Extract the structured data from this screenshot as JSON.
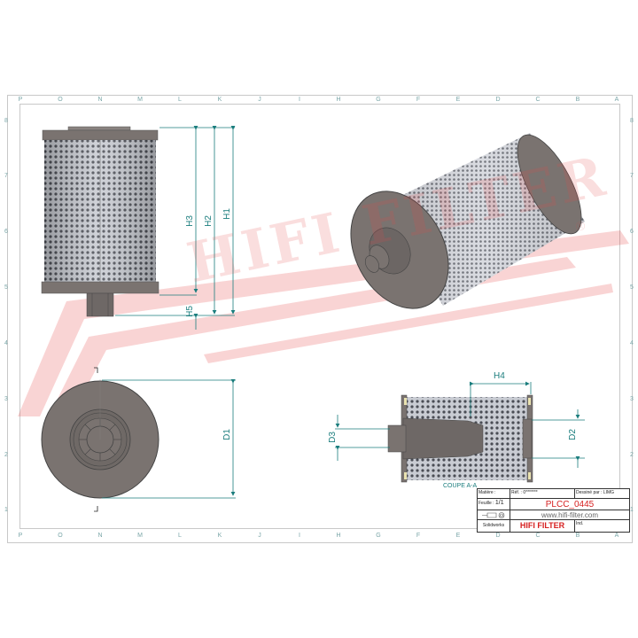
{
  "sheet": {
    "zones_horizontal": [
      "P",
      "O",
      "N",
      "M",
      "L",
      "K",
      "J",
      "I",
      "H",
      "G",
      "F",
      "E",
      "D",
      "C",
      "B",
      "A"
    ],
    "zones_vertical": [
      "8",
      "7",
      "6",
      "5",
      "4",
      "3",
      "2",
      "1"
    ]
  },
  "dimensions": {
    "h1": "H1",
    "h2": "H2",
    "h3": "H3",
    "h4": "H4",
    "h5": "H5",
    "d1": "D1",
    "d2": "D2",
    "d3": "D3"
  },
  "section_label": "COUPE A-A",
  "section_marker": "A",
  "watermark": {
    "text": "HIFI FILTER",
    "registered": "®"
  },
  "title_block": {
    "material_label": "Matière :",
    "ref_label": "Réf. :",
    "ref_value": "0*******",
    "drawn_by": "Dessiné par : LIMG",
    "sheet_label": "Feuille :",
    "sheet_value": "1/1",
    "part_number": "PLCC_0445",
    "website": "www.hifi-filter.com",
    "software": "Solidworks",
    "brand": "HIFI FILTER",
    "rev_label": "Ind."
  },
  "colors": {
    "dimension": "#1a7d7d",
    "part_gray": "#7a7370",
    "brand_red": "#d62020",
    "watermark": "#f2b3b3"
  }
}
